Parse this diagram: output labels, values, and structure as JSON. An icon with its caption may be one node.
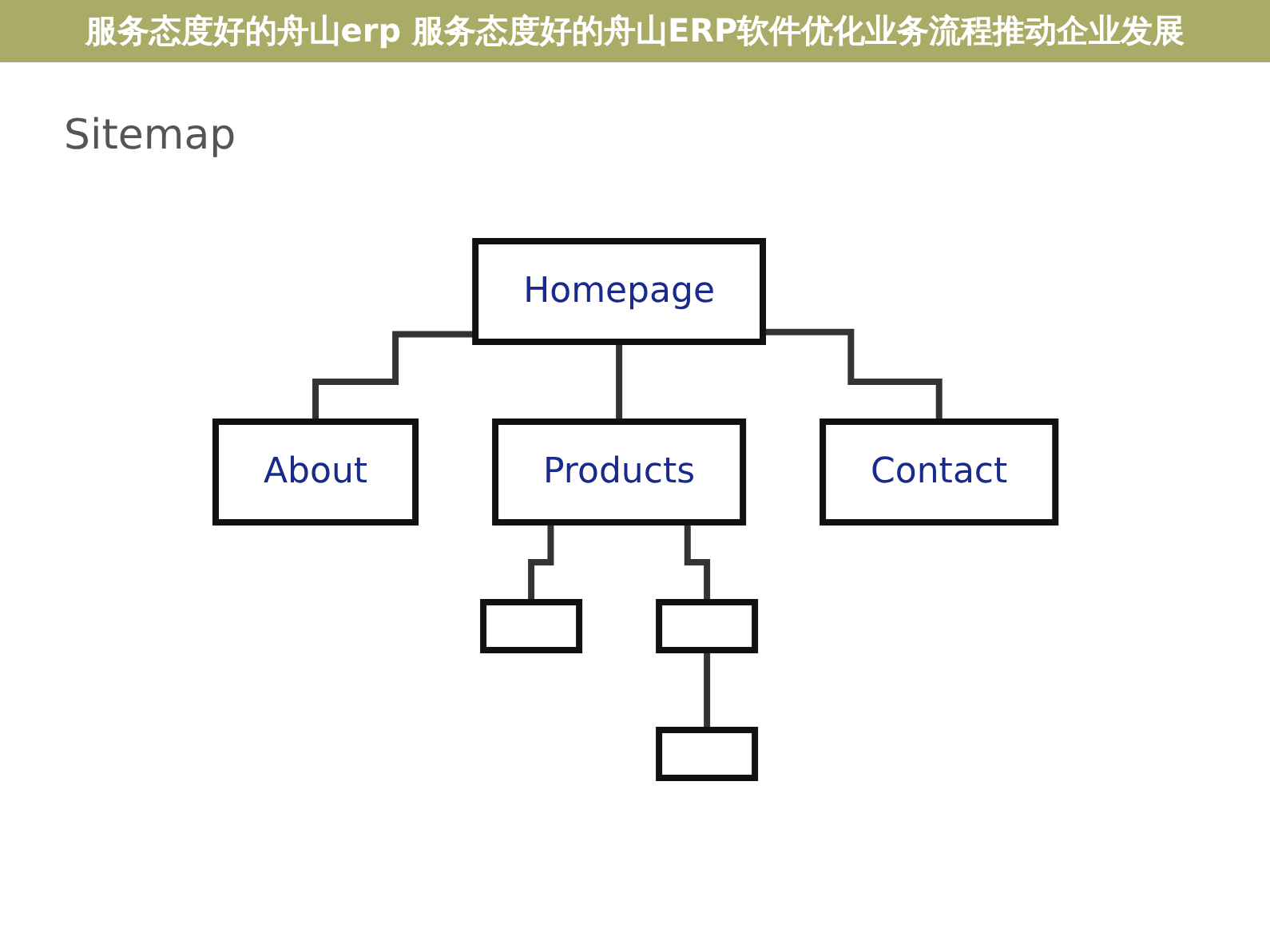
{
  "diagram": {
    "title": "服务态度好的舟山erp 服务态度好的舟山ERP软件优化业务流程推动企业发展",
    "nodes": [
      {
        "text": [
          "Homepage"
        ]
      },
      {
        "text": [
          "About"
        ]
      },
      {
        "text": [
          "Products"
        ]
      },
      {
        "text": [
          "Contact"
        ]
      },
      {
        "text": [],
        "shape": "box"
      },
      {
        "text": [],
        "shape": "box"
      },
      {
        "text": [],
        "shape": "box"
      }
    ],
    "edges": [
      {
        "from": 0,
        "to": 1,
        "arrow": "none"
      },
      {
        "from": 0,
        "to": 2,
        "arrow": "none"
      },
      {
        "from": 0,
        "to": 3,
        "arrow": "none"
      },
      {
        "from": 2,
        "to": 4,
        "arrow": "none"
      },
      {
        "from": 2,
        "to": 5,
        "arrow": "none"
      },
      {
        "from": 5,
        "to": 6,
        "arrow": "none"
      }
    ],
    "labels": [
      "Sitemap"
    ]
  }
}
